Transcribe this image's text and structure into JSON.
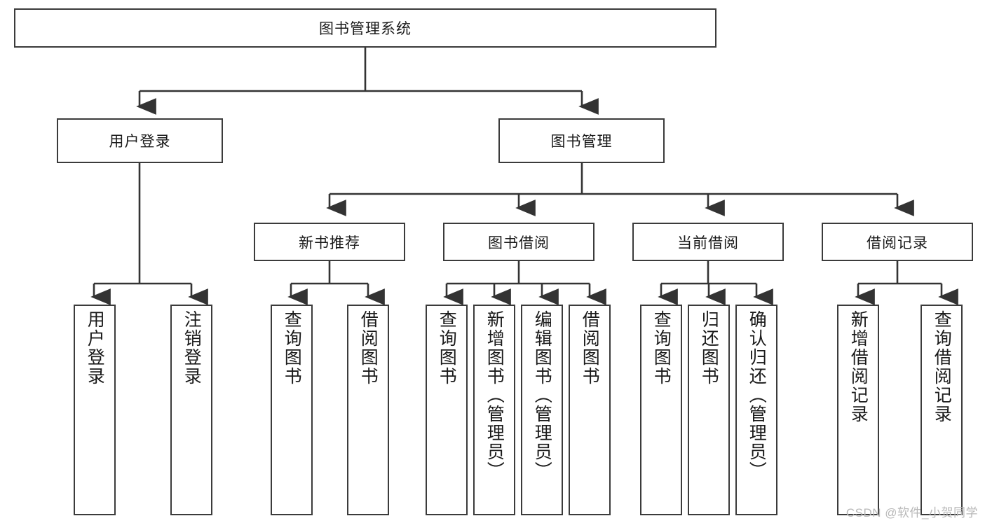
{
  "diagram": {
    "type": "tree-hierarchy",
    "title": "图书管理系统",
    "watermark": "CSDN @软件_小贺同学",
    "colors": {
      "box_border": "#3b3b3b",
      "box_fill": "#ffffff",
      "connector": "#333333",
      "text": "#1a1a1a",
      "watermark": "#b8b8b8"
    },
    "nodes": {
      "root": {
        "label": "图书管理系统"
      },
      "level2": [
        {
          "label": "用户登录"
        },
        {
          "label": "图书管理"
        }
      ],
      "level3": [
        {
          "label": "新书推荐"
        },
        {
          "label": "图书借阅"
        },
        {
          "label": "当前借阅"
        },
        {
          "label": "借阅记录"
        }
      ],
      "leaves": {
        "user_login": [
          {
            "label": "用户登录"
          },
          {
            "label": "注销登录"
          }
        ],
        "new_book_recommend": [
          {
            "label": "查询图书"
          },
          {
            "label": "借阅图书"
          }
        ],
        "book_borrow": [
          {
            "label": "查询图书"
          },
          {
            "label": "新增图书（管理员）"
          },
          {
            "label": "编辑图书（管理员）"
          },
          {
            "label": "借阅图书"
          }
        ],
        "current_borrow": [
          {
            "label": "查询图书"
          },
          {
            "label": "归还图书"
          },
          {
            "label": "确认归还（管理员）"
          }
        ],
        "borrow_record": [
          {
            "label": "新增借阅记录"
          },
          {
            "label": "查询借阅记录"
          }
        ]
      }
    }
  }
}
